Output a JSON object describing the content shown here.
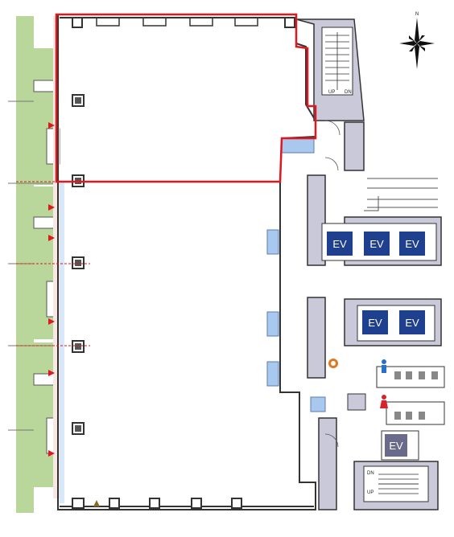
{
  "compass": {
    "north_label": "N"
  },
  "elevators": {
    "bank_upper": [
      "EV",
      "EV",
      "EV"
    ],
    "bank_lower": [
      "EV",
      "EV"
    ],
    "service": "EV"
  },
  "stairs": {
    "north": {
      "up": "UP",
      "down": "DN"
    },
    "south": {
      "up": "UP",
      "down": "DN"
    }
  },
  "colors": {
    "highlight": "#e0181e",
    "core": "#c9c9d9",
    "balcony": "#b9d79a",
    "facade_band": "#f8e8e4",
    "window_blue": "#a9c8ee",
    "elevator": "#1f3f8f",
    "restroom_male": "#2a6fc9",
    "restroom_female": "#d9232a",
    "hydrant": "#e07820"
  }
}
